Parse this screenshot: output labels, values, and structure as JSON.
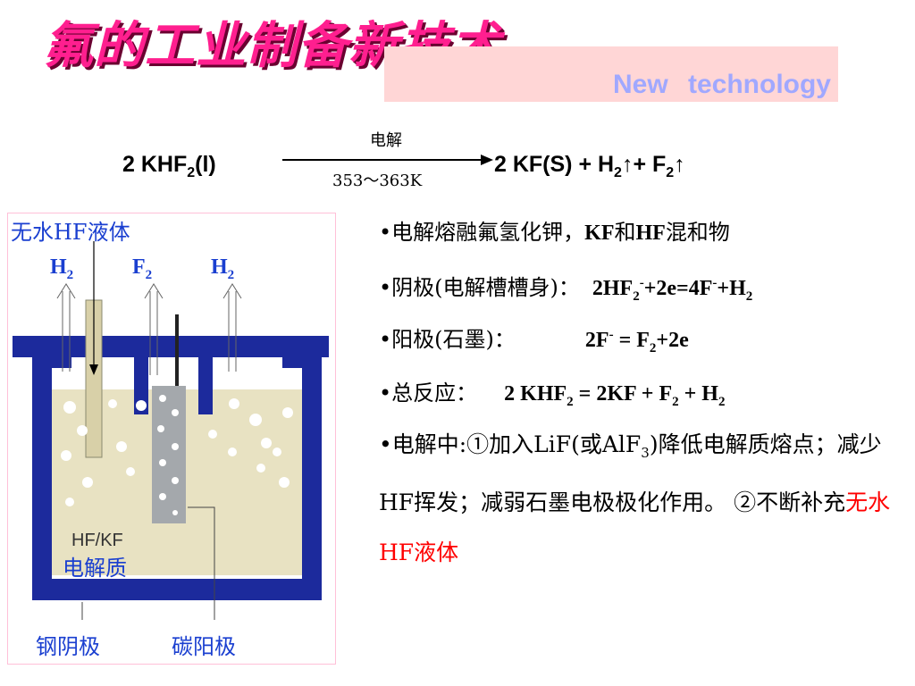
{
  "title": "氟的工业制备新技术",
  "subtitle": "New  technology",
  "equation": {
    "left": "2 KHF",
    "left_sub": "2",
    "left_state": "(l)",
    "condition_top": "电解",
    "condition_bottom": "353～363K",
    "right_a": "2 KF(S) + H",
    "right_sub1": "2",
    "right_b": "↑+ F",
    "right_sub2": "2",
    "right_c": "↑"
  },
  "points": {
    "p1_a": "•电解熔融氟氢化钾，",
    "p1_b": "KF",
    "p1_c": "和",
    "p1_d": "HF",
    "p1_e": "混和物",
    "p2_label": "•阴极(电解槽槽身)：",
    "p2_a": "2HF",
    "p2_s1": "2",
    "p2_p1": "-",
    "p2_b": "+2e=4F",
    "p2_p2": "-",
    "p2_c": "+H",
    "p2_s2": "2",
    "p3_label": "•阳极(石墨)：",
    "p3_a": "2F",
    "p3_p": "-",
    "p3_b": " = F",
    "p3_s": "2",
    "p3_c": "+2e",
    "p4_label": "•总反应：",
    "p4_a": "2 KHF",
    "p4_s1": "2",
    "p4_b": " = 2KF + F",
    "p4_s2": "2",
    "p4_c": " + H",
    "p4_s3": "2",
    "p5_a": "•电解中:①加入LiF(或AlF",
    "p5_s": "3",
    "p5_b": ")降低电解质熔点；减少HF挥发；减弱石墨电极极化作用。 ②不断补充",
    "p5_red": "无水HF液体"
  },
  "diagram": {
    "label_top": "无水HF液体",
    "gas1": "H",
    "gas1_sub": "2",
    "gas2": "F",
    "gas2_sub": "2",
    "gas3": "H",
    "gas3_sub": "2",
    "electrolyte_en": "HF/KF",
    "electrolyte_cn": "电解质",
    "cathode_label": "钢阴极",
    "anode_label": "碳阳极"
  },
  "colors": {
    "title": "#ff1f8f",
    "banner_bg": "#ffd6d6",
    "banner_text": "#a0a8ff",
    "label_blue": "#1a3fd0",
    "tank_blue": "#1c2a9c",
    "electrolyte": "#e8e2c2",
    "highlight_red": "#ff0000"
  }
}
